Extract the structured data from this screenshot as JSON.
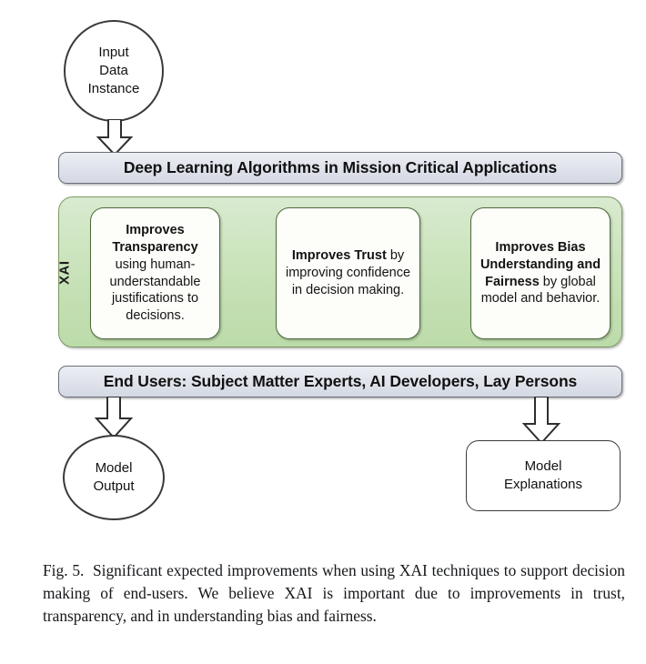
{
  "figure": {
    "input_node": {
      "name": "Input Data Instance",
      "lines": [
        "Input",
        "Data",
        "Instance"
      ]
    },
    "dl_banner": {
      "label": "Deep Learning Algorithms in Mission Critical Applications"
    },
    "xai_panel": {
      "label": "XAI",
      "boxes": [
        {
          "id": "transparency",
          "bold": "Improves Transparency",
          "rest": " using human-understandable justifications to decisions."
        },
        {
          "id": "trust",
          "bold": "Improves Trust",
          "rest": " by improving confidence in decision making."
        },
        {
          "id": "bias-fairness",
          "bold": "Improves Bias Understanding and Fairness",
          "rest": " by global model and behavior."
        }
      ]
    },
    "endusers_banner": {
      "label": "End Users: Subject Matter Experts, AI Developers, Lay Persons"
    },
    "model_output_node": {
      "name": "Model Output",
      "lines": [
        "Model",
        "Output"
      ]
    },
    "model_explanations_node": {
      "name": "Model Explanations",
      "lines": [
        "Model",
        "Explanations"
      ]
    },
    "arrows": [
      {
        "name": "arrow-input-to-dl",
        "direction": "down"
      },
      {
        "name": "arrow-endusers-to-model-output",
        "direction": "down"
      },
      {
        "name": "arrow-endusers-to-model-explanations",
        "direction": "down"
      }
    ]
  },
  "caption": {
    "figure_number": "Fig. 5.",
    "text": "Significant expected improvements when using XAI techniques to support decision making of end-users. We believe XAI is important due to improvements in trust, transparency, and in understanding bias and fairness."
  },
  "colors": {
    "banner_fill": "#e2e5ed",
    "banner_border": "#6b6f78",
    "panel_fill": "#c7e2b6",
    "panel_border": "#7c9a63",
    "box_fill": "#fdfdfa",
    "box_border": "#4e6b3c",
    "shape_stroke": "#3a3a3a",
    "text": "#111111",
    "background": "#ffffff"
  }
}
